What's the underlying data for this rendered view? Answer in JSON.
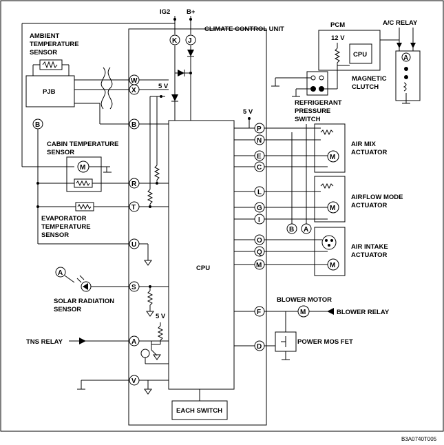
{
  "labels": {
    "ig2": "IG2",
    "bplus": "B+",
    "ccu": "CLIMATE CONTROL UNIT",
    "ambient": [
      "AMBIENT",
      "TEMPERATURE",
      "SENSOR"
    ],
    "pjb": "PJB",
    "cabin": [
      "CABIN TEMPERATURE",
      "SENSOR"
    ],
    "evaporator": [
      "EVAPORATOR",
      "TEMPERATURE",
      "SENSOR"
    ],
    "solar": [
      "SOLAR RADIATION",
      "SENSOR"
    ],
    "tns": "TNS RELAY",
    "cpu": "CPU",
    "each_switch": "EACH SWITCH",
    "pcm": "PCM",
    "pcm_cpu": "CPU",
    "ac_relay": "A/C RELAY",
    "magnetic": [
      "MAGNETIC",
      "CLUTCH"
    ],
    "refrig": [
      "REFRIGERANT",
      "PRESSURE",
      "SWITCH"
    ],
    "air_mix": [
      "AIR MIX",
      "ACTUATOR"
    ],
    "airflow": [
      "AIRFLOW MODE",
      "ACTUATOR"
    ],
    "intake": [
      "AIR INTAKE",
      "ACTUATOR"
    ],
    "blower_motor": "BLOWER MOTOR",
    "blower_relay": "BLOWER RELAY",
    "mosfet": "POWER MOS FET",
    "v5": "5 V",
    "v12": "12 V",
    "motor": "M",
    "footer": "B3A0740T005"
  },
  "pins": {
    "K": "K",
    "J": "J",
    "W": "W",
    "X": "X",
    "B": "B",
    "R": "R",
    "T": "T",
    "U": "U",
    "S": "S",
    "A": "A",
    "V": "V",
    "P": "P",
    "N": "N",
    "E": "E",
    "C": "C",
    "L": "L",
    "G": "G",
    "I": "I",
    "O": "O",
    "Q": "Q",
    "M": "M",
    "F": "F",
    "D": "D"
  }
}
